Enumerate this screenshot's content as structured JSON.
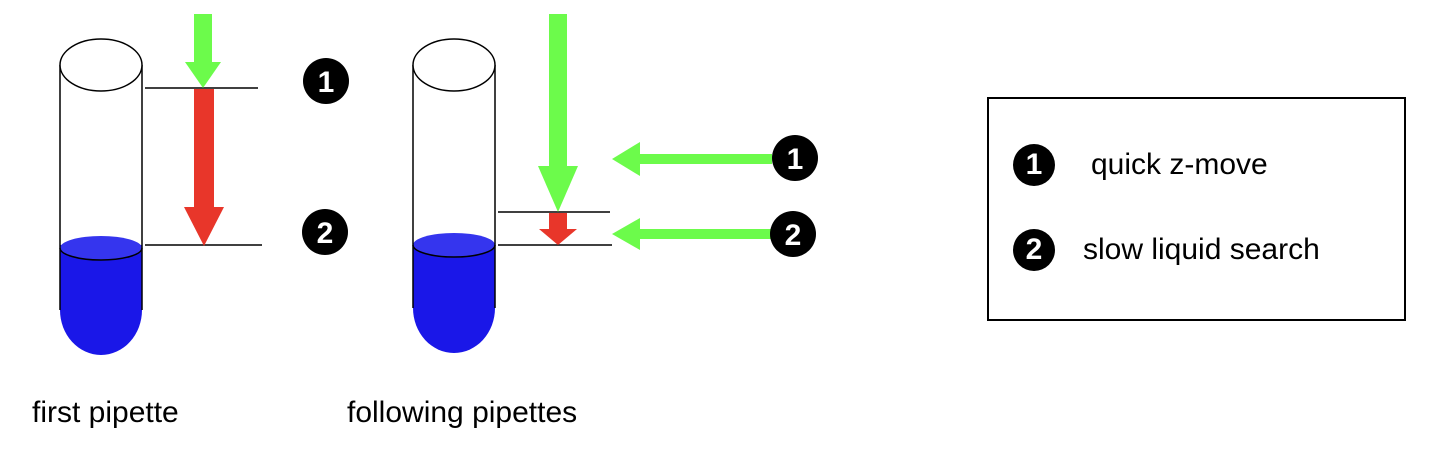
{
  "colors": {
    "quick_arrow": "#6cfb4b",
    "slow_arrow": "#e8362a",
    "liquid": "#1a17e8",
    "liquid_surface": "#3535ee",
    "outline": "#000000"
  },
  "steps": [
    {
      "number": "1",
      "label": "quick z-move"
    },
    {
      "number": "2",
      "label": "slow liquid search"
    }
  ],
  "tubes": [
    {
      "caption": "first pipette"
    },
    {
      "caption": "following pipettes"
    }
  ]
}
